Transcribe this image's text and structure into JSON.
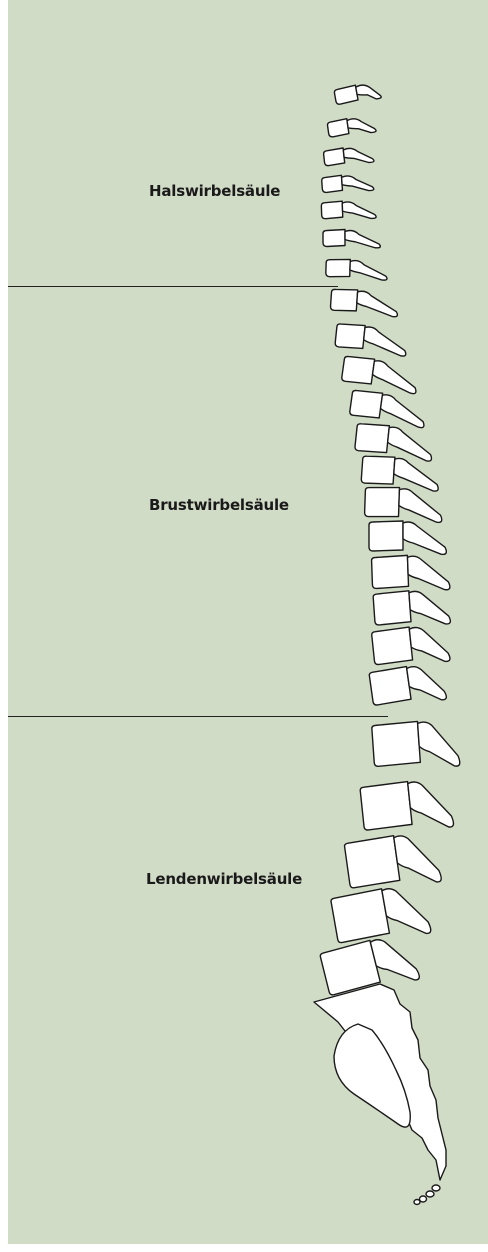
{
  "labels": {
    "cervical": "Halswirbelsäule",
    "thoracic": "Brustwirbelsäule",
    "lumbar": "Lendenwirbelsäule"
  },
  "colors": {
    "background": "#d1dcc7",
    "bone_fill": "#ffffff",
    "outline": "#1a1a1a"
  }
}
